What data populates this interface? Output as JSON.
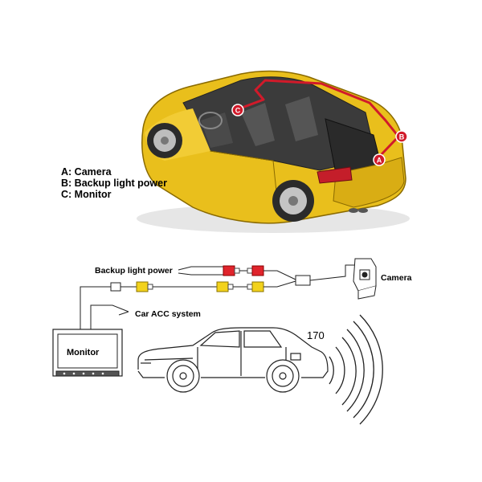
{
  "legend": [
    {
      "key": "A",
      "label": "Camera",
      "text": "A: Camera"
    },
    {
      "key": "B",
      "label": "Backup light power",
      "text": "B: Backup light power"
    },
    {
      "key": "C",
      "label": "Monitor",
      "text": "C: Monitor"
    }
  ],
  "markers": {
    "a": "A",
    "b": "B",
    "c": "C"
  },
  "wiring": {
    "backup_light_power": "Backup light power",
    "camera": "Camera",
    "car_acc": "Car ACC system",
    "monitor": "Monitor",
    "angle": "170"
  },
  "colors": {
    "car_body": "#e9bf1c",
    "wire_route": "#d11a2a",
    "rca_red": "#e0242c",
    "rca_yellow": "#f2d21c",
    "line_art": "#222222"
  }
}
